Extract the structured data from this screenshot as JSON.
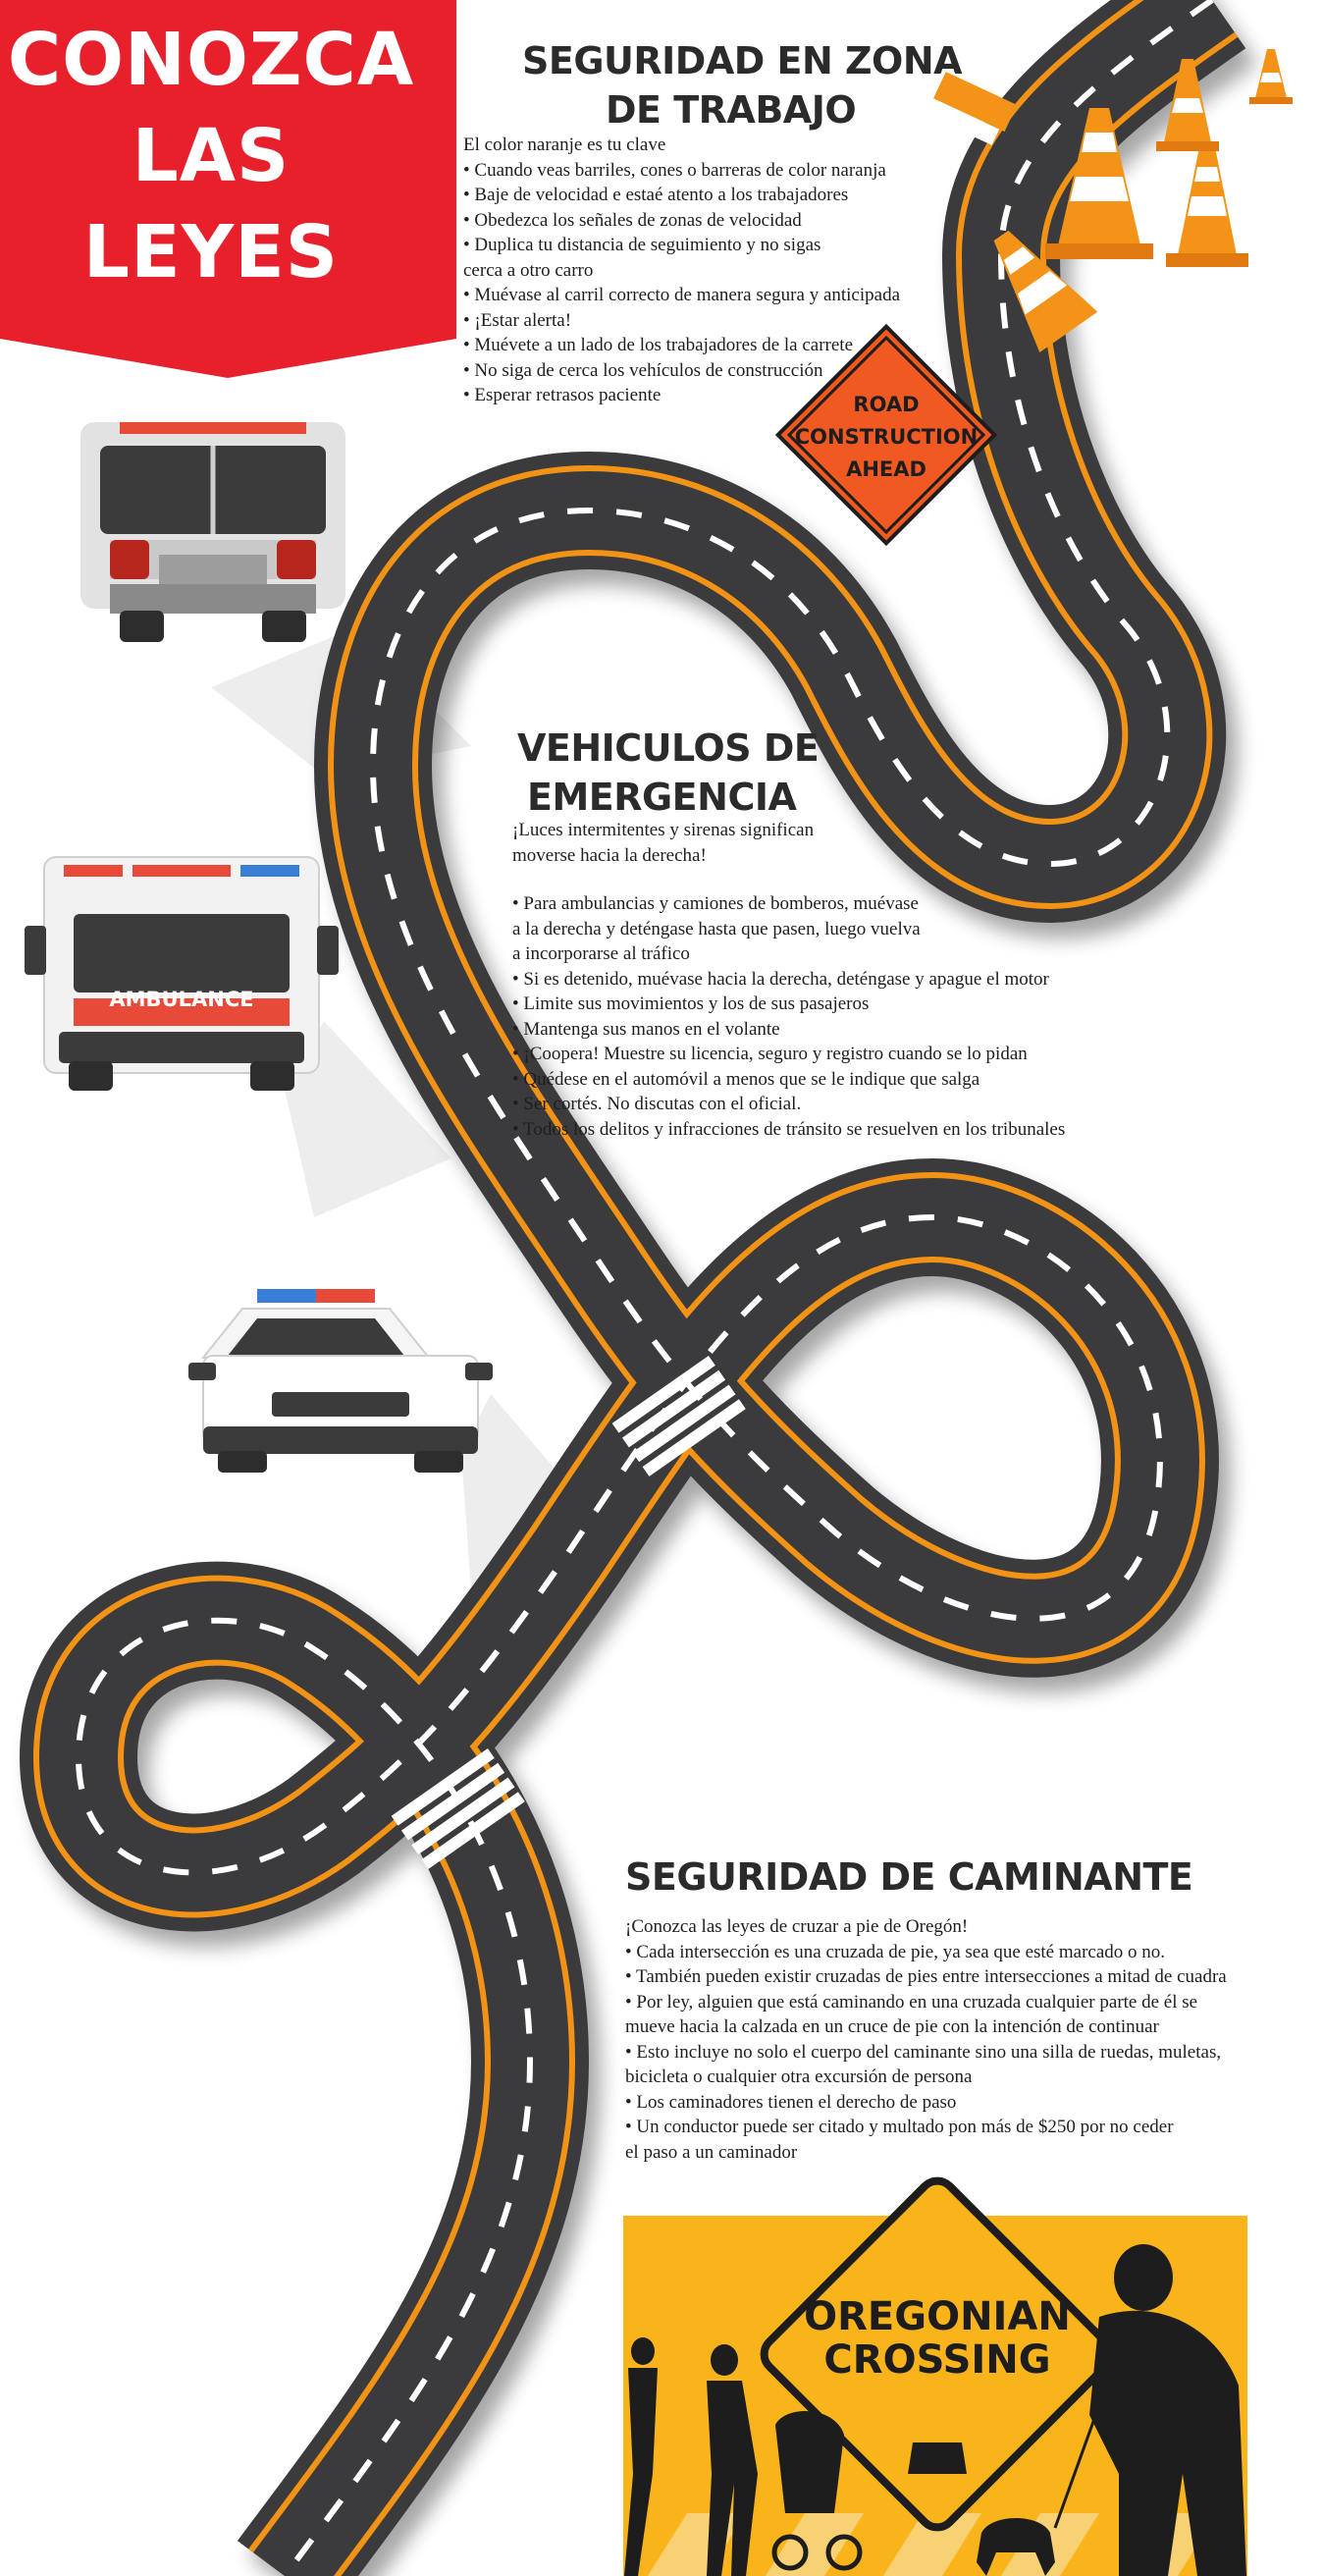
{
  "banner": {
    "line1": "CONOZCA",
    "line2": "LAS",
    "line3": "LEYES"
  },
  "work_zone": {
    "title_line1": "SEGURIDAD EN ZONA",
    "title_line2": "DE TRABAJO",
    "lines": [
      "El color naranje es tu clave",
      "• Cuando veas barriles, cones o barreras de color naranja",
      "• Baje de velocidad e estaé atento a los trabajadores",
      "• Obedezca los señales de zonas de velocidad",
      "• Duplica tu distancia de seguimiento y no sigas",
      "cerca a otro carro",
      "• Muévase al carril correcto de manera segura y anticipada",
      "• ¡Estar alerta!",
      "• Muévete a un lado de los trabajadores de la carrete",
      "• No siga de cerca los vehículos de construcción",
      "• Esperar retrasos paciente"
    ]
  },
  "road_sign": {
    "line1": "ROAD",
    "line2": "CONSTRUCTION",
    "line3": "AHEAD"
  },
  "emergency": {
    "title_line1": "VEHICULOS DE",
    "title_line2": "EMERGENCIA",
    "intro_line1": "¡Luces intermitentes y sirenas significan",
    "intro_line2": "moverse hacia la derecha!",
    "lines": [
      "•  Para ambulancias y camiones de bomberos, muévase",
      "a la derecha y deténgase hasta que pasen, luego vuelva",
      "a incorporarse al tráfico",
      "•  Si es detenido, muévase hacia la derecha, deténgase y apague el motor",
      "•  Limite sus movimientos y los de sus pasajeros",
      "•  Mantenga sus manos en el volante",
      "•  ¡Coopera! Muestre su licencia, seguro y registro cuando se lo pidan",
      "•  Quédese en el automóvil a menos que se le indique que salga",
      "•  Ser cortés. No discutas con el oficial.",
      "•  Todos los delitos y infracciones de tránsito se resuelven en los tribunales"
    ]
  },
  "ambulance_label": "AMBULANCE",
  "pedestrian": {
    "title": "SEGURIDAD DE CAMINANTE",
    "lines": [
      "  ¡Conozca las leyes de cruzar a pie de Oregón!",
      "•  Cada intersección es una cruzada de pie, ya sea que esté marcado o no.",
      "•  También pueden existir cruzadas de pies entre intersecciones a mitad de cuadra",
      "•  Por ley, alguien que está caminando en una cruzada cualquier parte de él se",
      "mueve hacia la calzada en un cruce de pie con la intención de continuar",
      "•  Esto incluye no solo el cuerpo del caminante sino una silla de ruedas, muletas,",
      "bicicleta o cualquier otra excursión de persona",
      "•  Los caminadores tienen el derecho de paso",
      "•  Un conductor puede ser citado y multado pon más de $250 por no ceder",
      "el paso a un caminador"
    ]
  },
  "crossing_sign": {
    "line1": "OREGONIAN",
    "line2": "CROSSING"
  },
  "colors": {
    "banner_red": "#e8202c",
    "road_asphalt": "#3a3b3d",
    "road_orange": "#f39318",
    "sign_orange": "#f05a22",
    "crossing_yellow": "#f9b41b"
  }
}
